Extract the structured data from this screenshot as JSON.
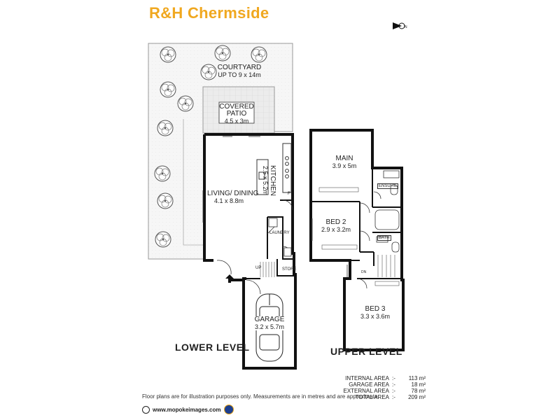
{
  "header": {
    "title": "R&H Chermside",
    "title_color": "#f0a820"
  },
  "compass": {
    "icon": "north-arrow-icon",
    "label": "N"
  },
  "rooms": {
    "courtyard": {
      "name": "COURTYARD",
      "dims": "UP TO 9 x 14m"
    },
    "covered_patio": {
      "name": "COVERED PATIO",
      "dims": "4.5 x 3m"
    },
    "living_dining": {
      "name": "LIVING/ DINING",
      "dims": "4.1 x 8.8m"
    },
    "kitchen": {
      "name": "KITCHEN",
      "dims": "2.5 x 5.2m"
    },
    "laundry": {
      "name": "LAUNDRY"
    },
    "store": {
      "name": "STORE"
    },
    "garage": {
      "name": "GARAGE",
      "dims": "3.2 x 5.7m"
    },
    "main": {
      "name": "MAIN",
      "dims": "3.9 x 5m"
    },
    "ensuite": {
      "name": "ENSUITE"
    },
    "bed2": {
      "name": "BED 2",
      "dims": "2.9 x 3.2m"
    },
    "bath": {
      "name": "BATH"
    },
    "bed3": {
      "name": "BED 3",
      "dims": "3.3 x 3.6m"
    }
  },
  "marks": {
    "up": "UP",
    "dn": "DN",
    "fridge": "F"
  },
  "levels": {
    "lower": "LOWER LEVEL",
    "upper": "UPPER LEVEL"
  },
  "areas": [
    {
      "label": "INTERNAL AREA",
      "sep": ":-",
      "value": "113 m²"
    },
    {
      "label": "GARAGE AREA",
      "sep": ":-",
      "value": "18 m²"
    },
    {
      "label": "EXTERNAL AREA",
      "sep": ":-",
      "value": "78 m²"
    },
    {
      "label": "TOTAL AREA",
      "sep": ":-",
      "value": "209 m²"
    }
  ],
  "disclaimer": "Floor plans are for illustration purposes only. Measurements are in metres and are approximate.",
  "footer": {
    "website": "www.mopokeimages.com"
  }
}
